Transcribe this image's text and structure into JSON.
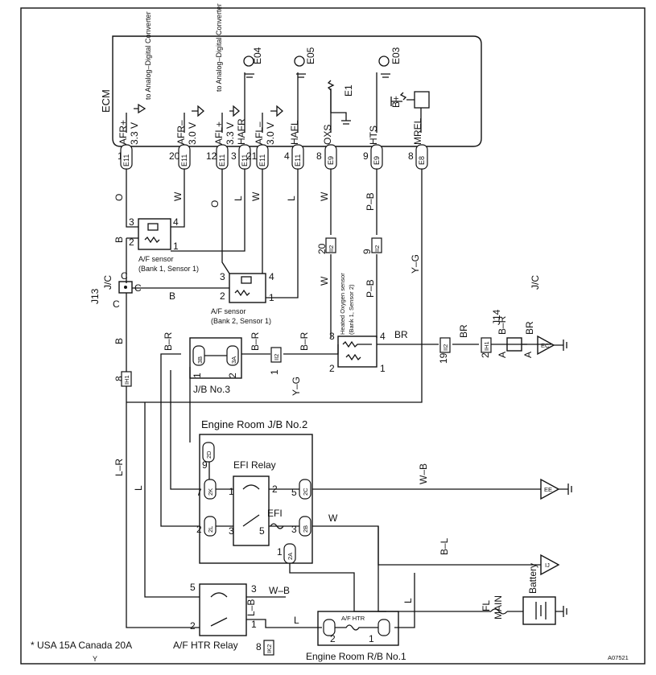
{
  "ecm": {
    "label": "ECM",
    "pins": [
      {
        "num": "11",
        "conn": "E11",
        "name": "AFR+",
        "volt": "3.3 V",
        "adc": "to Analog–Digital Converter"
      },
      {
        "num": "20",
        "conn": "E11",
        "name": "AFR–",
        "volt": "3.0 V"
      },
      {
        "num": "12",
        "conn": "E11",
        "name": "AFL+",
        "volt": "3.3 V",
        "adc": "to Analog–Digital Converter"
      },
      {
        "num": "3",
        "conn": "E11",
        "name": "HAFR",
        "ground": "E04"
      },
      {
        "num": "21",
        "conn": "E11",
        "name": "AFL–",
        "volt": "3.0 V"
      },
      {
        "num": "4",
        "conn": "E11",
        "name": "HAFL",
        "ground": "E05"
      },
      {
        "num": "8",
        "conn": "E9",
        "name": "OXS",
        "ground": "E1"
      },
      {
        "num": "9",
        "conn": "E9",
        "name": "HTS",
        "ground": "E03"
      },
      {
        "num": "8",
        "conn": "E8",
        "name": "MREL",
        "supply": "B+"
      }
    ]
  },
  "wires": {
    "o1": "O",
    "w1": "W",
    "o2": "O",
    "l1": "L",
    "w2": "W",
    "l2": "L",
    "w3": "W",
    "pb1": "P–B",
    "yg1": "Y–G",
    "b1": "B",
    "b2": "B",
    "b3": "B",
    "w4": "W",
    "pb2": "P–B",
    "br1": "B–R",
    "br2": "B–R",
    "br3": "B–R",
    "br4": "BR",
    "br5": "BR",
    "br6": "B–R",
    "br7": "BR",
    "yg2": "Y–G",
    "lr": "L–R",
    "l3": "L",
    "wb1": "W–B",
    "w5": "W",
    "bl": "B–L",
    "wb2": "W–B",
    "lb": "L–B",
    "l4": "L",
    "l5": "L",
    "y": "Y"
  },
  "sensors": {
    "af1": {
      "label": "A/F sensor",
      "sub": "(Bank 1, Sensor 1)",
      "pins": [
        "3",
        "4",
        "2",
        "1"
      ]
    },
    "af2": {
      "label": "A/F sensor",
      "sub": "(Bank 2, Sensor 1)",
      "pins": [
        "3",
        "4",
        "2",
        "1"
      ]
    },
    "ho2": {
      "label": "Heated Oxygen sensor",
      "sub": "(Bank 1, Sensor 2)",
      "pins": [
        "3",
        "4",
        "2",
        "1"
      ]
    }
  },
  "connectors": {
    "j13": "J13",
    "j13jc": "J/C",
    "j13c1": "C",
    "j13c2": "C",
    "j13c3": "C",
    "j14": "J14",
    "j14jc": "J/C",
    "j14a1": "A",
    "j14a2": "A",
    "ih1a_num": "8",
    "ih1a": "IH1",
    "ih1b_num": "2",
    "ih1b": "IH1",
    "ii2a_num": "20",
    "ii2a": "II2",
    "ii2b_num": "9",
    "ii2b": "II2",
    "ii2c_num": "1",
    "ii2c": "II2",
    "ii2d_num": "19",
    "ii2d": "II2",
    "ik2_num": "8",
    "ik2": "IK2"
  },
  "jb3": {
    "label": "J/B No.3",
    "pin1": "1",
    "conn1": "3B",
    "pin2": "2",
    "conn2": "3A"
  },
  "jb2": {
    "label": "Engine Room J/B No.2",
    "relay": "EFI Relay",
    "fuse": "EFI",
    "p_2d_top": "2D",
    "p_9": "9",
    "p_2k": "2K",
    "p_7": "7",
    "p_2l": "2L",
    "p_2": "2",
    "r_2": "2",
    "r_5": "5",
    "r_2c": "2C",
    "r_3": "3",
    "r_2b": "2B",
    "relay_1": "1",
    "relay_2": "2",
    "relay_3": "3",
    "relay_5": "5",
    "p_1": "1",
    "p_2a": "2A"
  },
  "afhtr_relay": {
    "label": "A/F HTR Relay",
    "pins": [
      "5",
      "3",
      "2",
      "1"
    ]
  },
  "rb1": {
    "label": "Engine Room R/B No.1",
    "fuse": "A/F HTR",
    "pins": [
      "2",
      "1"
    ]
  },
  "battery": {
    "label": "Battery",
    "fl": "FL",
    "main": "MAIN"
  },
  "grounds": {
    "ec": "EC",
    "ee": "EE",
    "ij": "IJ"
  },
  "footnote": "* USA 15A  Canada 20A",
  "code": "A07521"
}
